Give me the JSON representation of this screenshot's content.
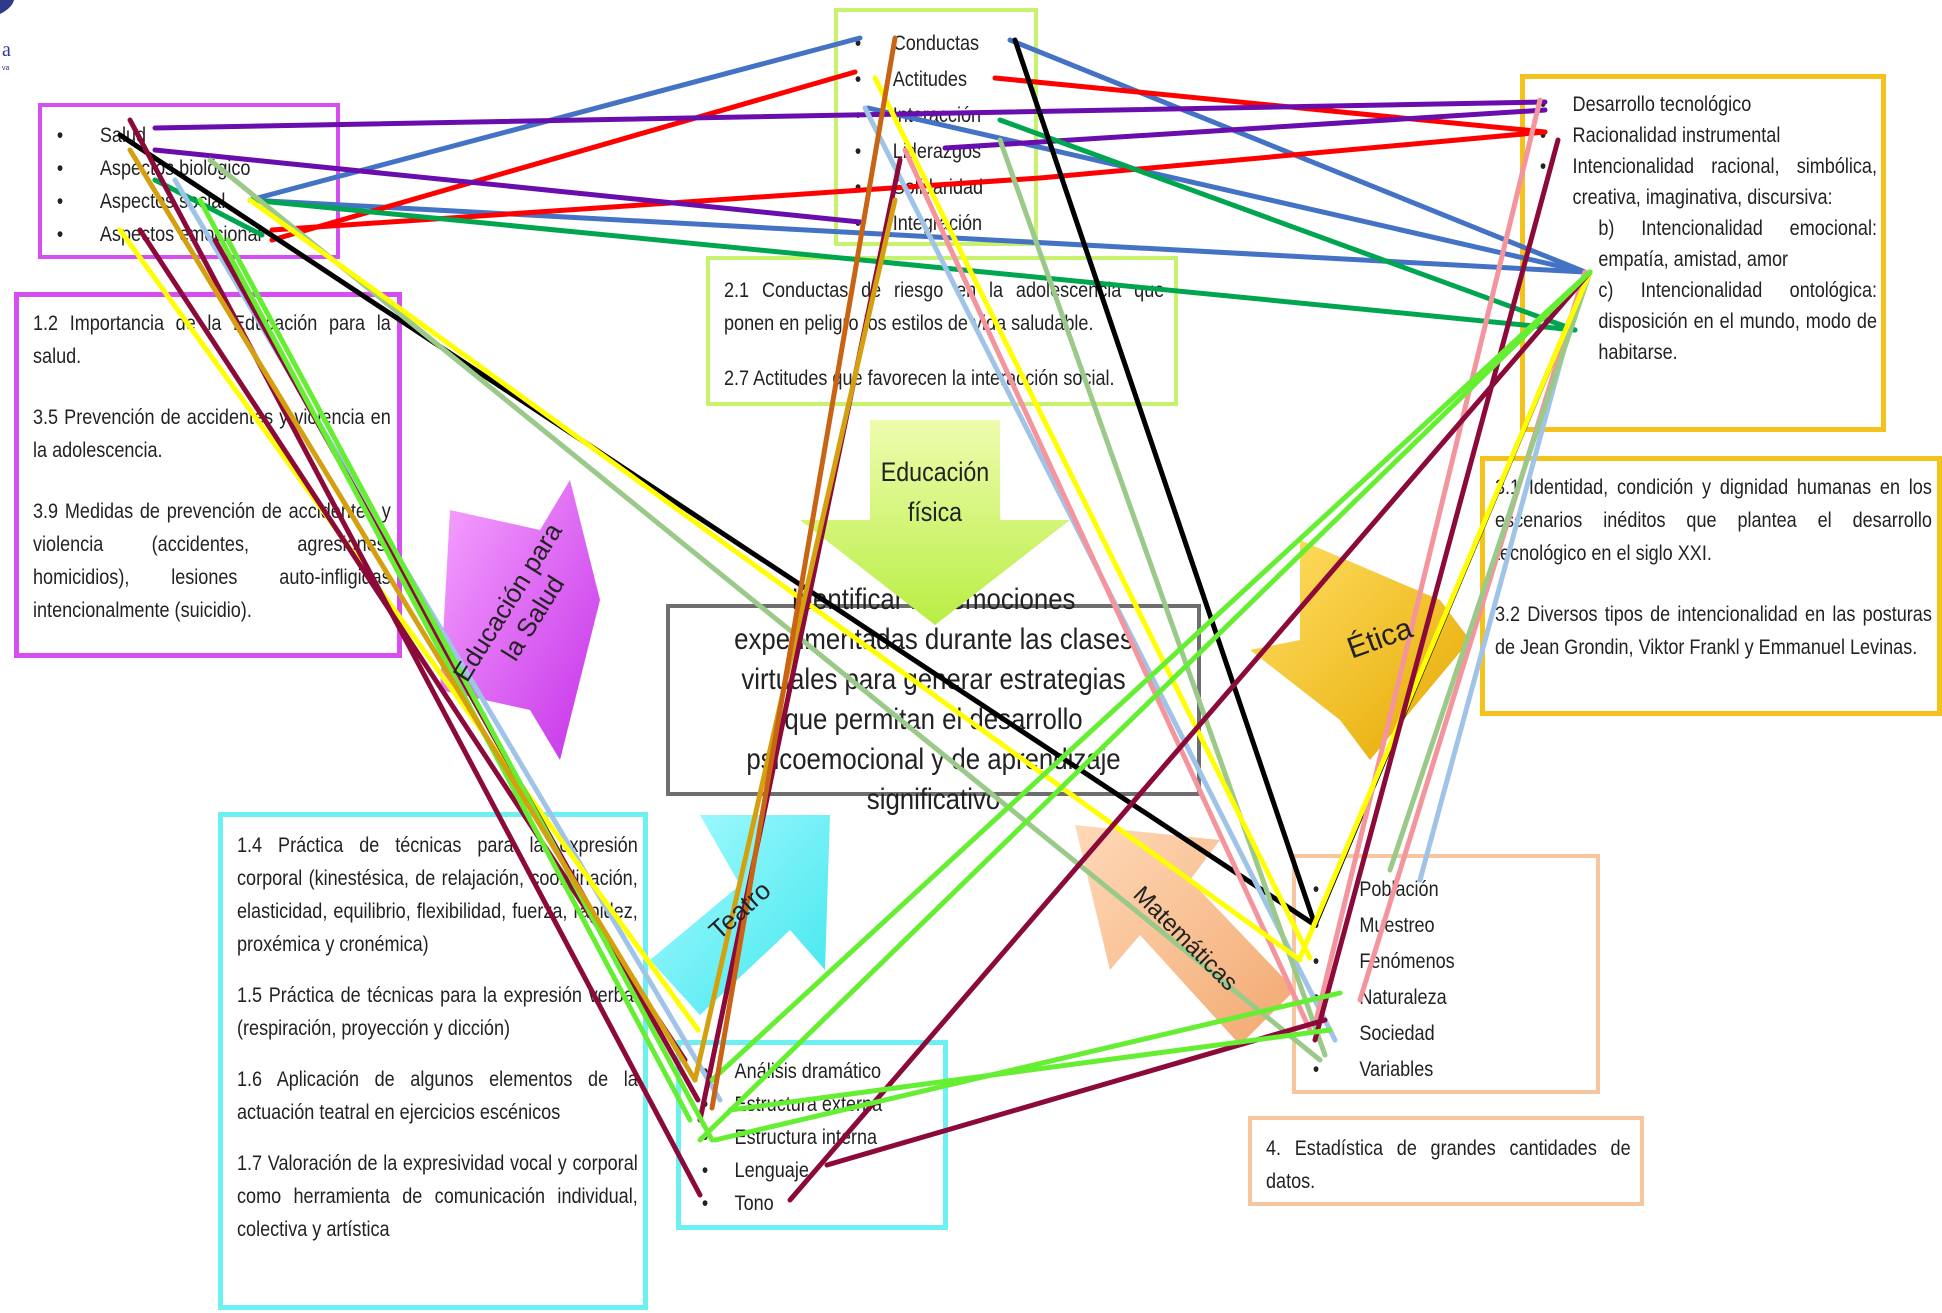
{
  "colors": {
    "pink_border": "#d54ff0",
    "lime_border": "#c6f26d",
    "gold_border": "#f4c21b",
    "cyan_border": "#6cf0f2",
    "peach_border": "#f7c69e",
    "navy_logo": "#2e3a8c"
  },
  "logo": {
    "text_large": "a",
    "text_small": "va"
  },
  "salud_list": [
    "Salud",
    "Aspectos biológico",
    "Aspectos social",
    "Aspectos emocional"
  ],
  "salud_topics": [
    "1.2 Importancia de la Educación para la salud.",
    "3.5 Prevención de accidentes y violencia en la adolescencia.",
    "3.9 Medidas de prevención de accidentes y violencia (accidentes, agresiones, homicidios), lesiones auto-infligidas intencionalmente (suicidio)."
  ],
  "ef_list": [
    "Conductas",
    "Actitudes",
    "Interacción",
    "Liderazgos",
    "Solidaridad",
    "Integración"
  ],
  "ef_topics": [
    "2.1 Conductas de riesgo en la adolescencia que ponen en peligro los estilos de vida saludable.",
    "2.7 Actitudes que favorecen la interacción social."
  ],
  "etica_list": [
    "Desarrollo tecnológico",
    "Racionalidad instrumental",
    "Intencionalidad racional, simbólica, creativa, imaginativa, discursiva:"
  ],
  "etica_sublist": [
    "b) Intencionalidad emocional: empatía, amistad, amor",
    "c) Intencionalidad ontológica: disposición en el mundo, modo de habitarse."
  ],
  "etica_topics": [
    "3.1 Identidad, condición y dignidad humanas en los escenarios inéditos que plantea el desarrollo tecnológico en el siglo XXI.",
    "3.2 Diversos tipos de intencionalidad en las posturas de Jean Grondin, Viktor Frankl y Emmanuel Levinas."
  ],
  "teatro_topics": [
    "1.4 Práctica de técnicas para la expresión corporal (kinestésica, de relajación, coordinación, elasticidad, equilibrio, flexibilidad, fuerza, rapidez, proxémica y cronémica)",
    "1.5 Práctica de técnicas para la expresión verbal (respiración, proyección y dicción)",
    "1.6 Aplicación de algunos elementos de la actuación teatral en ejercicios escénicos",
    "1.7 Valoración de la expresividad vocal y corporal como herramienta de comunicación individual, colectiva y artística"
  ],
  "teatro_list": [
    "Análisis dramático",
    "Estructura externa",
    "Estructura interna",
    "Lenguaje",
    "Tono"
  ],
  "mate_list": [
    "Población",
    "Muestreo",
    "Fenómenos",
    "Naturaleza",
    "Sociedad",
    "Variables"
  ],
  "mate_topics": [
    "4. Estadística de grandes cantidades de datos."
  ],
  "arrows": {
    "ef": "Educación física",
    "salud": "Educación para la Salud",
    "etica": "Ética",
    "teatro": "Teatro",
    "mate": "Matemáticas"
  },
  "center_text": "Identificar las emociones experimentadas durante las clases virtuales para generar estrategias que permitan el desarrollo psicoemocional y de aprendizaje significativo",
  "connector_colors": [
    "#4472c4",
    "#ff0000",
    "#6a0dad",
    "#00a550",
    "#000000",
    "#a0c4e8",
    "#f4949c",
    "#9bc98a",
    "#ffff00",
    "#8b0a3a",
    "#66ee33",
    "#d4a010",
    "#c86414"
  ]
}
